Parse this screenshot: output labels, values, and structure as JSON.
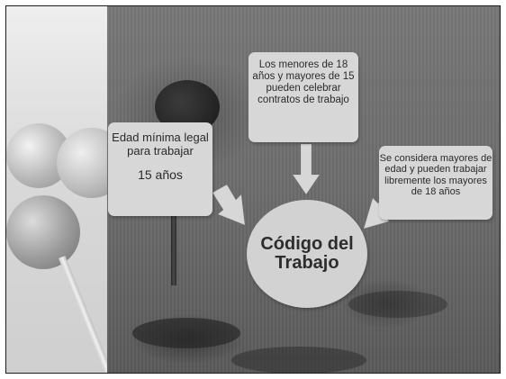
{
  "diagram": {
    "center": {
      "label": "Código del Trabajo"
    },
    "boxes": {
      "left": {
        "text": "Edad mínima legal para trabajar",
        "age": "15 años"
      },
      "top": {
        "text": "Los menores de 18 años y mayores de 15 pueden celebrar contratos de trabajo"
      },
      "right": {
        "text": "Se considera mayores de edad y pueden trabajar libremente los mayores de 18 años"
      }
    },
    "arrows": [
      "left-arrow",
      "down-arrow",
      "right-arrow"
    ]
  },
  "colors": {
    "box_fill": "#d7d7d7",
    "background": "#6f6f6f",
    "text": "#2a2a2a"
  }
}
